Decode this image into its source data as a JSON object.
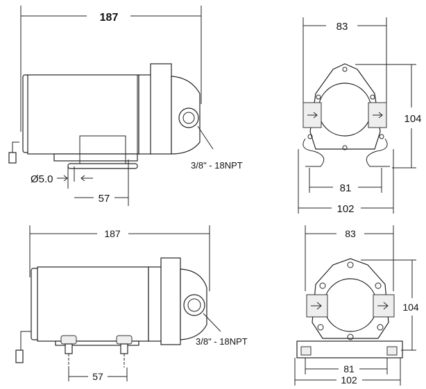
{
  "top_side_view": {
    "length": "187",
    "port": "3/8\" - 18NPT",
    "hole": "Ø5.0",
    "foot_spacing": "57"
  },
  "top_front_view": {
    "width": "83",
    "height": "104",
    "mount_inner": "81",
    "mount_outer": "102"
  },
  "bottom_side_view": {
    "length": "187",
    "port": "3/8\" - 18NPT",
    "foot_spacing": "57"
  },
  "bottom_front_view": {
    "width": "83",
    "height": "104",
    "mount_inner": "81",
    "mount_outer": "102"
  }
}
